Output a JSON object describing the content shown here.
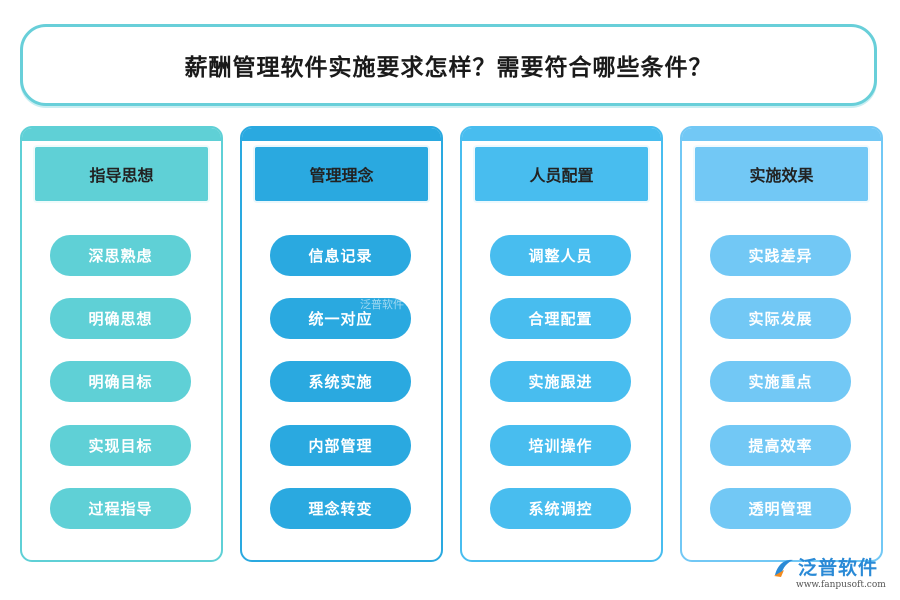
{
  "title": "薪酬管理软件实施要求怎样？需要符合哪些条件？",
  "colors": {
    "col1": "#5fd0d6",
    "col2": "#2aa9e0",
    "col3": "#48bdef",
    "col4": "#72c8f5"
  },
  "columns": [
    {
      "heading": "指导思想",
      "items": [
        "深思熟虑",
        "明确思想",
        "明确目标",
        "实现目标",
        "过程指导"
      ]
    },
    {
      "heading": "管理理念",
      "items": [
        "信息记录",
        "统一对应",
        "系统实施",
        "内部管理",
        "理念转变"
      ]
    },
    {
      "heading": "人员配置",
      "items": [
        "调整人员",
        "合理配置",
        "实施跟进",
        "培训操作",
        "系统调控"
      ]
    },
    {
      "heading": "实施效果",
      "items": [
        "实践差异",
        "实际发展",
        "实施重点",
        "提高效率",
        "透明管理"
      ]
    }
  ],
  "watermark": "泛普软件",
  "logo": {
    "name": "泛普软件",
    "url": "www.fanpusoft.com"
  }
}
